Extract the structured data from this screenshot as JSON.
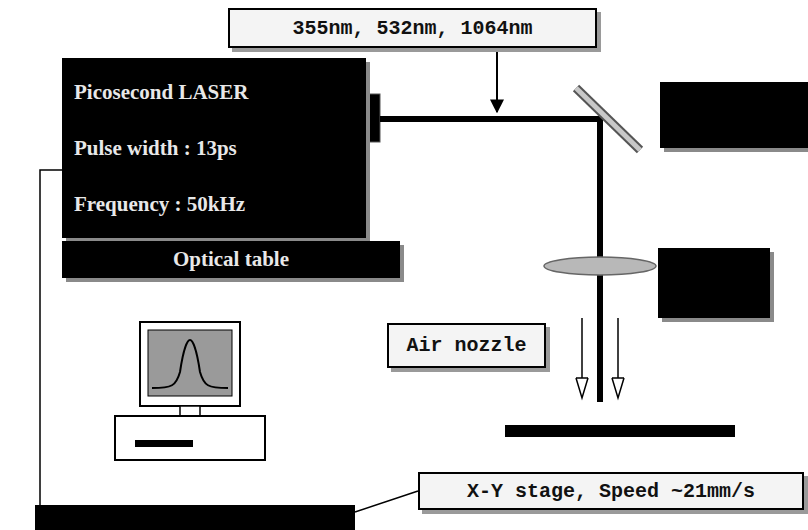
{
  "diagram": {
    "nodes": [
      {
        "text": [
          "Picosecond LASER",
          "Pulse width : 13ps",
          "Frequency : 50kHz"
        ]
      },
      {
        "text": [
          "Optical table"
        ]
      },
      {
        "text": [
          "355nm, 532nm, 1064nm"
        ]
      },
      {
        "text": [
          "Air nozzle"
        ]
      },
      {
        "text": [
          "X-Y stage, Speed ~21mm/s"
        ]
      }
    ]
  }
}
